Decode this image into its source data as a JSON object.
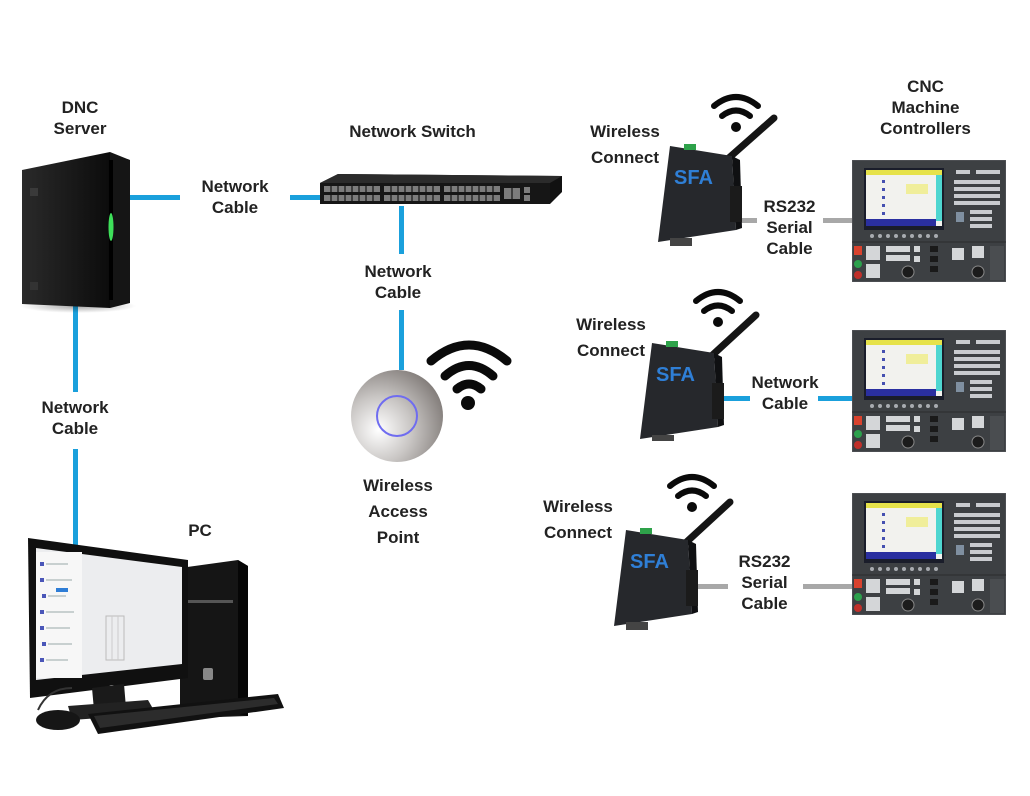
{
  "diagram": {
    "colors": {
      "network_cable": "#1aa0dc",
      "serial_cable": "#a8a8a8",
      "label_text": "#222222",
      "background": "#ffffff"
    },
    "nodes": {
      "dnc_server": {
        "label_lines": [
          "DNC",
          "Server"
        ]
      },
      "network_switch": {
        "label_lines": [
          "Network Switch"
        ]
      },
      "wireless_access_point": {
        "label_lines": [
          "Wireless",
          "Access",
          "Point"
        ]
      },
      "pc": {
        "label_lines": [
          "PC"
        ]
      },
      "cnc_header": {
        "label_lines": [
          "CNC",
          "Machine",
          "Controllers"
        ]
      },
      "wireless_connect_1": {
        "label_lines": [
          "Wireless",
          "Connect"
        ],
        "brand": "SFA"
      },
      "wireless_connect_2": {
        "label_lines": [
          "Wireless",
          "Connect"
        ],
        "brand": "SFA"
      },
      "wireless_connect_3": {
        "label_lines": [
          "Wireless",
          "Connect"
        ],
        "brand": "SFA"
      }
    },
    "links": [
      {
        "from": "dnc_server",
        "to": "network_switch",
        "type": "network",
        "label_lines": [
          "Network",
          "Cable"
        ]
      },
      {
        "from": "network_switch",
        "to": "wireless_access_point",
        "type": "network",
        "label_lines": [
          "Network",
          "Cable"
        ]
      },
      {
        "from": "dnc_server",
        "to": "pc",
        "type": "network",
        "label_lines": [
          "Network",
          "Cable"
        ]
      },
      {
        "from": "wireless_connect_1",
        "to": "cnc_controller_1",
        "type": "serial",
        "label_lines": [
          "RS232",
          "Serial",
          "Cable"
        ]
      },
      {
        "from": "wireless_connect_2",
        "to": "cnc_controller_2",
        "type": "network",
        "label_lines": [
          "Network",
          "Cable"
        ]
      },
      {
        "from": "wireless_connect_3",
        "to": "cnc_controller_3",
        "type": "serial",
        "label_lines": [
          "RS232",
          "Serial",
          "Cable"
        ]
      }
    ]
  }
}
